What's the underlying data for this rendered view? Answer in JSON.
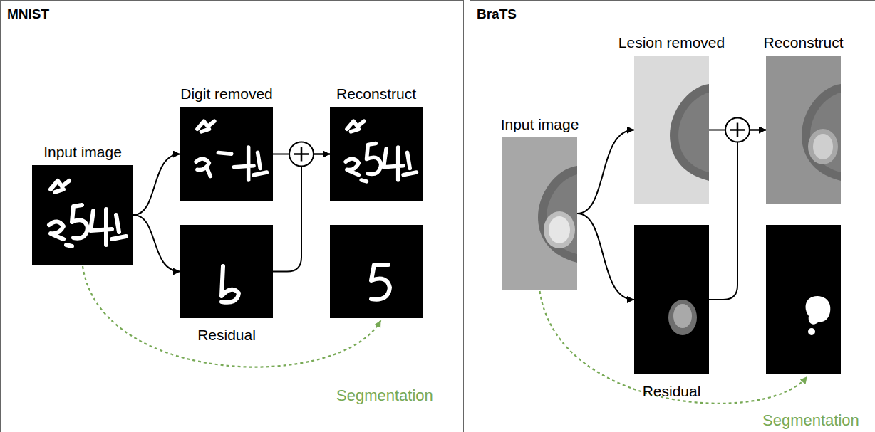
{
  "diagram": {
    "nodes": [
      {
        "text": [
          "MNIST"
        ]
      },
      {
        "text": [
          "Input image"
        ],
        "in": 0
      },
      {
        "text": [
          "Digit removed"
        ],
        "in": 0
      },
      {
        "text": [
          "Reconstruct"
        ],
        "in": 0
      },
      {
        "text": [
          "Residual"
        ],
        "in": 0
      },
      {
        "text": [],
        "in": 0
      },
      {
        "text": [
          "BraTS"
        ]
      },
      {
        "text": [
          "Input image"
        ],
        "in": 6
      },
      {
        "text": [
          "Lesion removed"
        ],
        "in": 6
      },
      {
        "text": [
          "Reconstruct"
        ],
        "in": 6
      },
      {
        "text": [
          "Residual"
        ],
        "in": 6
      },
      {
        "text": [],
        "in": 6
      }
    ],
    "edges": [
      {
        "from": 1,
        "to": 2,
        "arrow": "to"
      },
      {
        "from": 1,
        "to": 4,
        "arrow": "to"
      },
      {
        "from": 2,
        "to": 3,
        "arrow": "to"
      },
      {
        "from": 4,
        "to": 3,
        "arrow": "to"
      },
      {
        "from": 1,
        "to": 5,
        "label": "Segmentation",
        "arrow": "to"
      },
      {
        "from": 7,
        "to": 8,
        "arrow": "to"
      },
      {
        "from": 7,
        "to": 10,
        "arrow": "to"
      },
      {
        "from": 8,
        "to": 9,
        "arrow": "to"
      },
      {
        "from": 10,
        "to": 9,
        "arrow": "to"
      },
      {
        "from": 7,
        "to": 11,
        "label": "Segmentation",
        "arrow": "to"
      }
    ]
  }
}
